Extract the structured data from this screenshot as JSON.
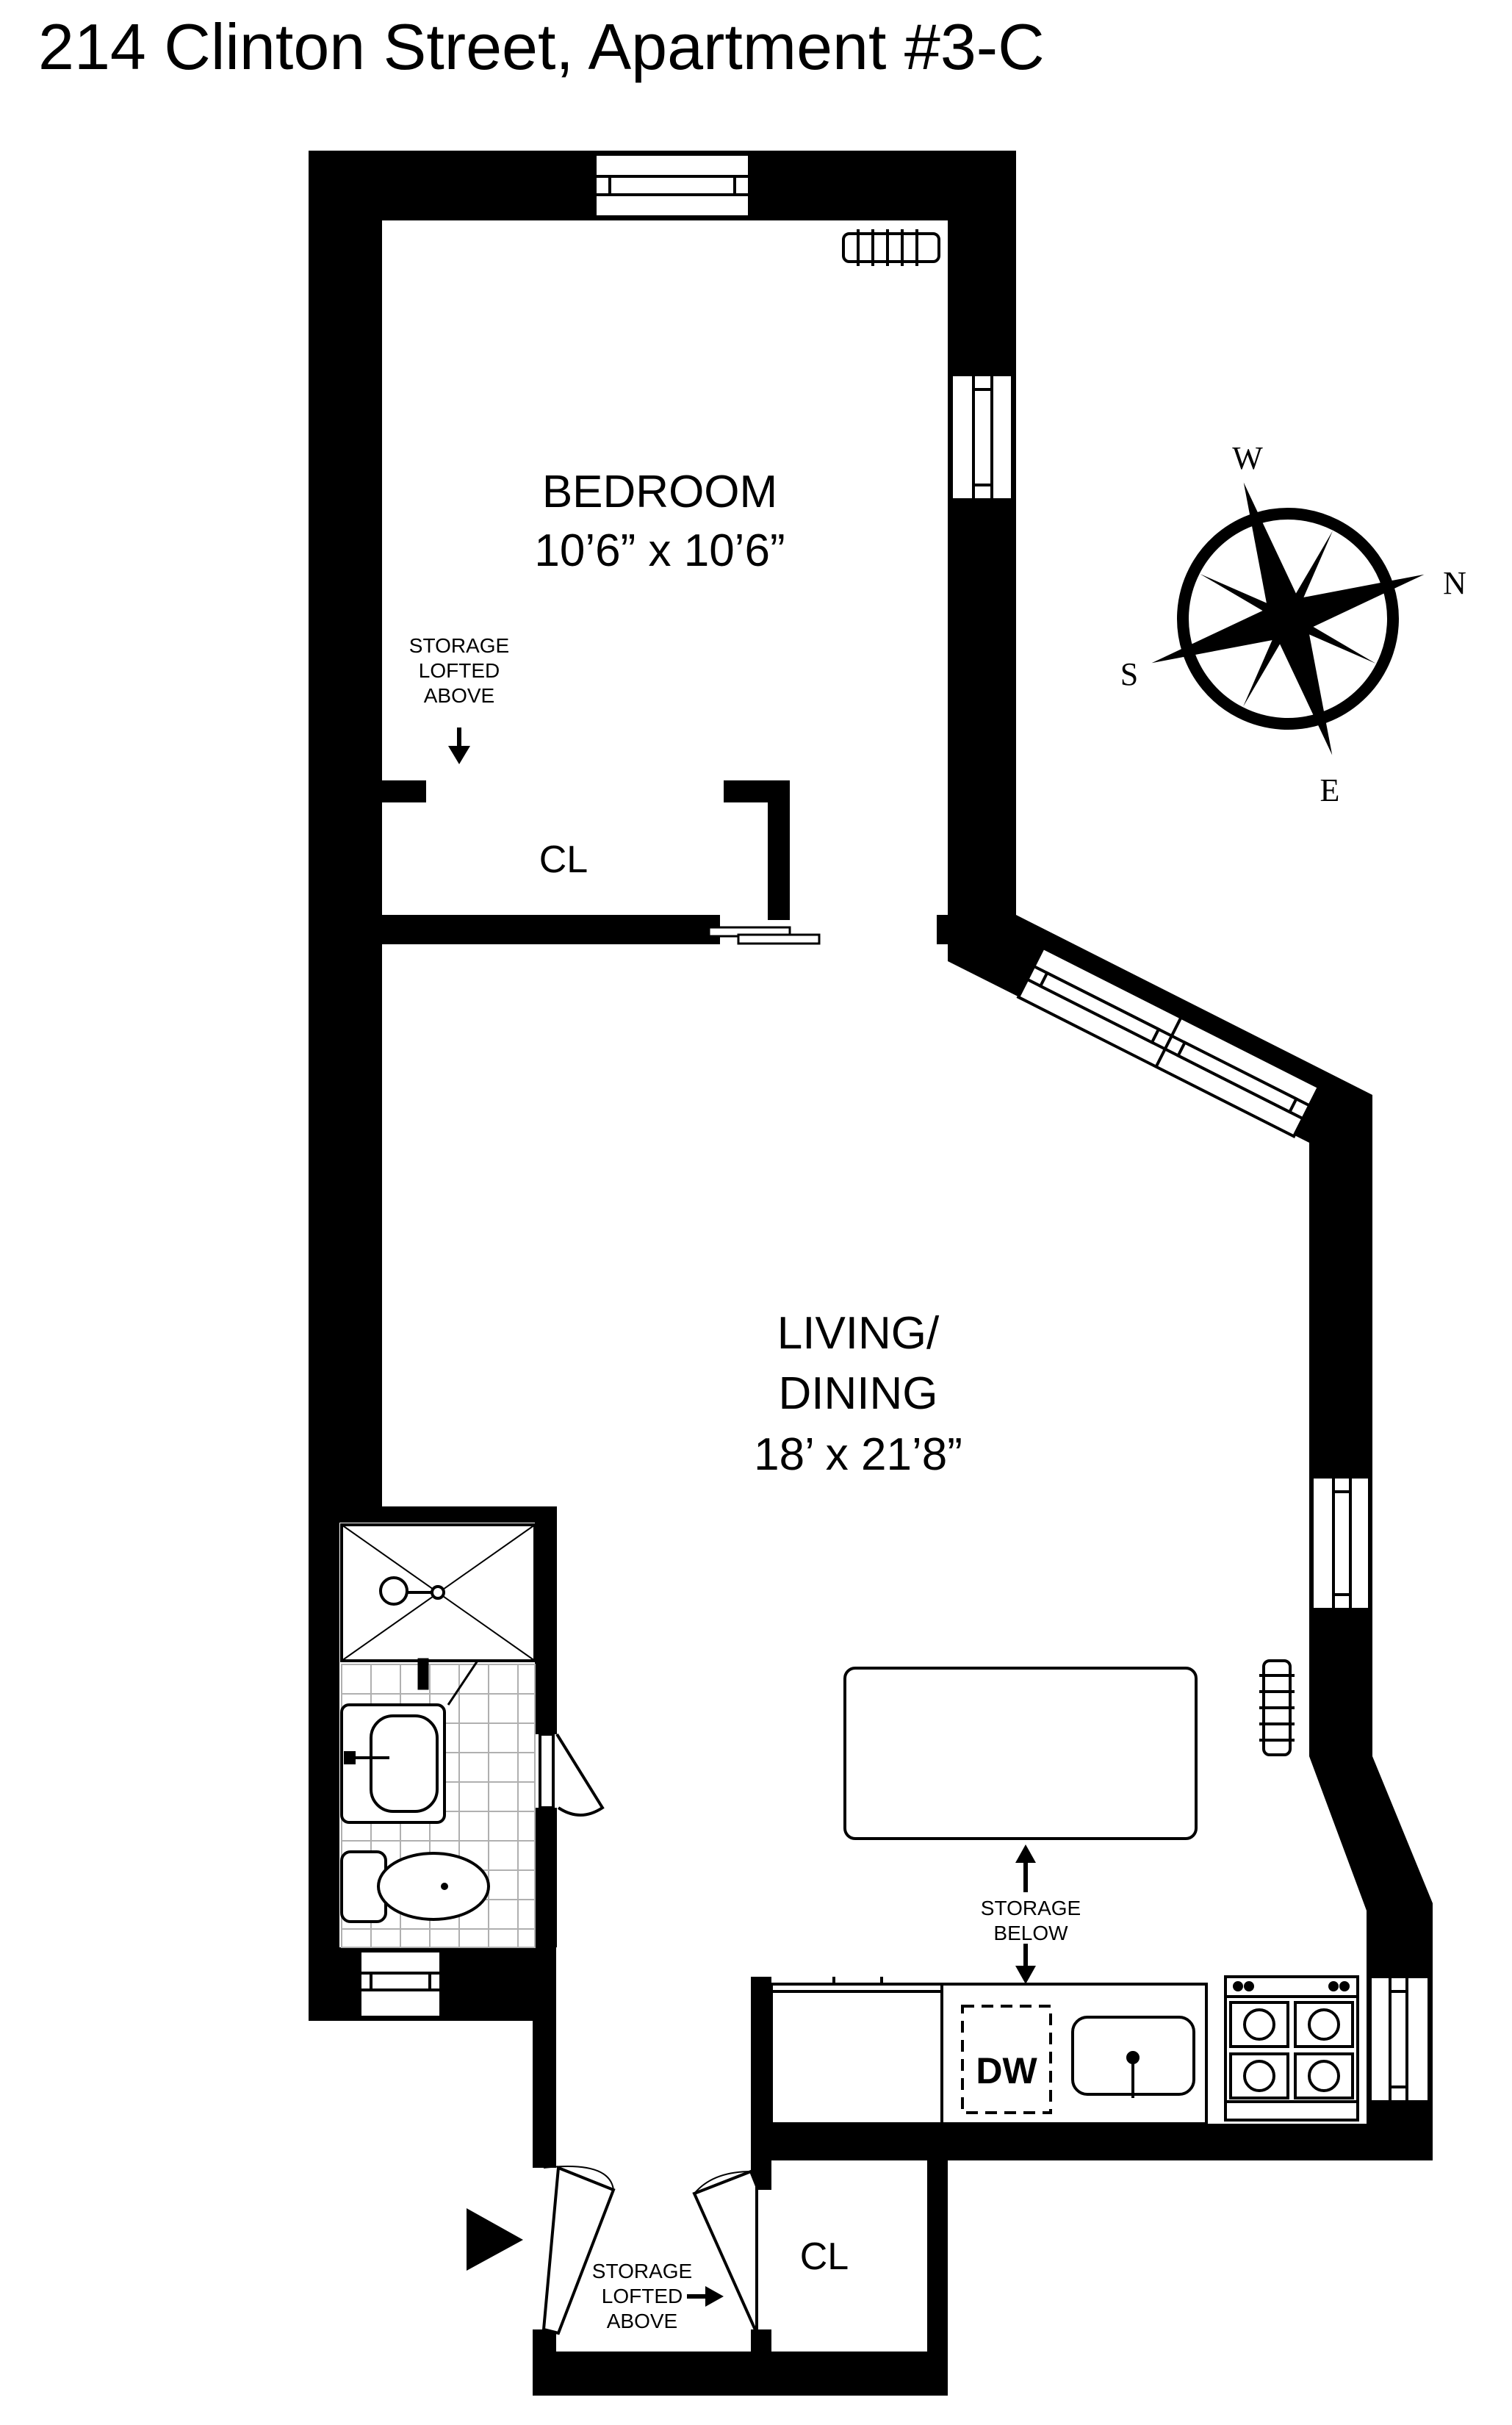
{
  "title": "214 Clinton Street, Apartment #3-C",
  "rooms": {
    "bedroom": {
      "name": "BEDROOM",
      "size": "10’6” x 10’6”"
    },
    "living": {
      "name_line1": "LIVING/",
      "name_line2": "DINING",
      "size": "18’ x 21’8”"
    },
    "closet_bedroom": {
      "name": "CL"
    },
    "closet_entry": {
      "name": "CL"
    }
  },
  "notes": {
    "storage_bedroom": [
      "STORAGE",
      "LOFTED",
      "ABOVE"
    ],
    "storage_island": [
      "STORAGE",
      "BELOW"
    ],
    "storage_entry": [
      "STORAGE",
      "LOFTED",
      "ABOVE"
    ]
  },
  "appliances": {
    "dishwasher": "DW"
  },
  "compass": {
    "north": "N",
    "south": "S",
    "east": "E",
    "west": "W"
  },
  "colors": {
    "wall": "#000000",
    "background": "#ffffff",
    "tile_grid": "#b0b0b0"
  }
}
